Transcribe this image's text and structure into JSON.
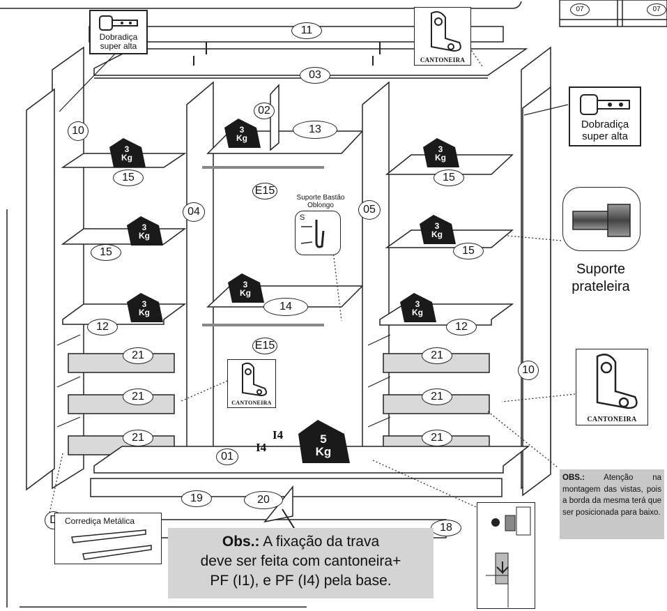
{
  "part_numbers": {
    "p11": "11",
    "p03": "03",
    "p02": "02",
    "p13": "13",
    "p10_left": "10",
    "p10_right": "10",
    "p15_tl": "15",
    "p15_tr": "15",
    "p15_ml": "15",
    "p15_mr": "15",
    "p04": "04",
    "p05": "05",
    "p14": "14",
    "p12_left": "12",
    "p12_right": "12",
    "pE15_top": "E15",
    "pE15_bottom": "E15",
    "p21_l1": "21",
    "p21_l2": "21",
    "p21_l3": "21",
    "p21_r1": "21",
    "p21_r2": "21",
    "p21_r3": "21",
    "p01": "01",
    "p19": "19",
    "p20": "20",
    "p18": "18",
    "pD": "D",
    "top_right_a": "07",
    "top_right_b": "07"
  },
  "screws": {
    "i4_a": "I4",
    "i4_b": "I4"
  },
  "weights": {
    "three": "3",
    "five": "5",
    "unit": "Kg"
  },
  "labels": {
    "hinge_left_line1": "Dobradiça",
    "hinge_left_line2": "super alta",
    "hinge_right_line1": "Dobradiça",
    "hinge_right_line2": "super alta",
    "cantoneira": "CANTONEIRA",
    "suporte_bastao_line1": "Suporte Bastão",
    "suporte_bastao_line2": "Oblongo",
    "suporte_s": "S",
    "suporte_prateleira_line1": "Suporte",
    "suporte_prateleira_line2": "prateleira",
    "corredica": "Corrediça Metálica"
  },
  "notes": {
    "obs_bold": "Obs.:",
    "obs_line1": " A fixação da trava",
    "obs_line2": "deve ser feita com cantoneira+",
    "obs_line3": "PF (I1), e PF (I4) pela base.",
    "obs2_bold": "OBS.:",
    "obs2_text": " Atenção na montagem das vistas, pois a borda da mesma terá que ser posicionada para baixo."
  },
  "colors": {
    "line": "#222222",
    "panel_fill": "#ffffff",
    "drawer_fill": "#d9d9d9",
    "weight_fill": "#1a1a1a",
    "note_fill": "#d4d4d4"
  }
}
